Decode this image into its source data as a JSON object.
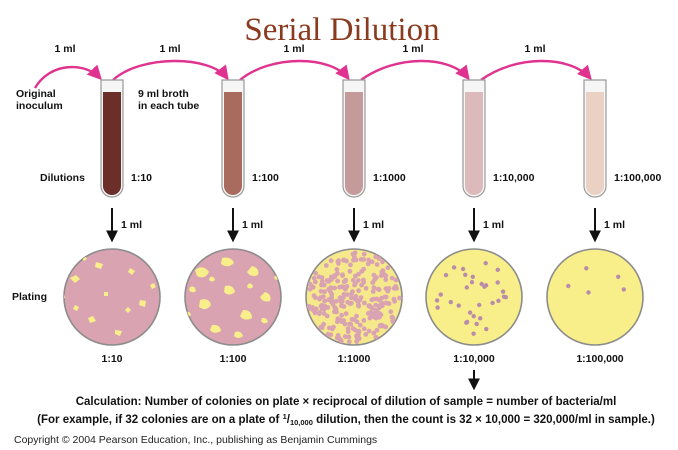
{
  "title": "Serial Dilution",
  "transfer_label": "1 ml",
  "original_inoculum": [
    "Original",
    "inoculum"
  ],
  "broth_note": [
    "9 ml broth",
    "in each tube"
  ],
  "dilutions_label": "Dilutions",
  "plating_label": "Plating",
  "tubes": [
    {
      "dilution": "1:10",
      "liquid_color": "#6b2e28"
    },
    {
      "dilution": "1:100",
      "liquid_color": "#a96b5d"
    },
    {
      "dilution": "1:1000",
      "liquid_color": "#c49a9a"
    },
    {
      "dilution": "1:10,000",
      "liquid_color": "#dcb9bb"
    },
    {
      "dilution": "1:100,000",
      "liquid_color": "#ead1c4"
    }
  ],
  "plates": [
    {
      "dilution": "1:10",
      "colonies": "confluent"
    },
    {
      "dilution": "1:100",
      "colonies": "heavy"
    },
    {
      "dilution": "1:1000",
      "colonies": "many"
    },
    {
      "dilution": "1:10,000",
      "colonies": 32
    },
    {
      "dilution": "1:100,000",
      "colonies": 5
    }
  ],
  "calculation": {
    "line1": "Calculation: Number of colonies on plate × reciprocal of dilution of sample = number of bacteria/ml",
    "line2_prefix": "(For example, if 32 colonies are on a plate of ",
    "fraction_num": "1",
    "fraction_den": "10,000",
    "line2_suffix": " dilution, then the count is 32 × 10,000 = 320,000/ml in sample.)"
  },
  "copyright": "Copyright © 2004 Pearson Education, Inc., publishing as Benjamin Cummings",
  "colors": {
    "title": "#8a3a1e",
    "arrow_magenta": "#e0338f",
    "agar_yellow": "#f9ef8a",
    "colony_pink": "#d9a3b2",
    "colony_dot": "#b98caa"
  }
}
